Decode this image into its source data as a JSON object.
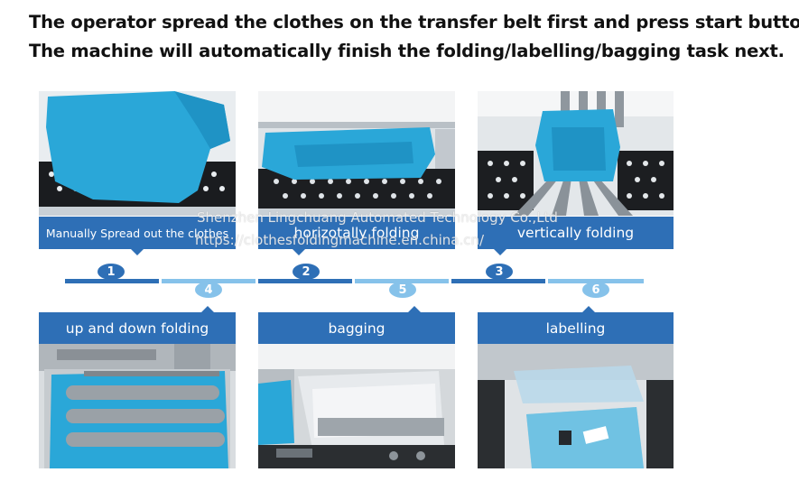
{
  "header": {
    "line1": "The operator spread the clothes on the transfer belt first and press start button.",
    "line2": "The machine will automatically finish the folding/labelling/bagging task next."
  },
  "steps": [
    {
      "number": "1",
      "label": "Manually Spread out the clothes"
    },
    {
      "number": "2",
      "label": "horizotally folding"
    },
    {
      "number": "3",
      "label": "vertically folding"
    },
    {
      "number": "4",
      "label": "up and down folding"
    },
    {
      "number": "5",
      "label": "bagging"
    },
    {
      "number": "6",
      "label": "labelling"
    }
  ],
  "watermark": {
    "line1": "Shenzhen Lingchuang Automated Technology Co.,Ltd",
    "line2": "https://clothesfoldingmachine.en.china.cn/"
  },
  "colors": {
    "primary_blue": "#2e6fb6",
    "light_blue": "#86c2ea",
    "garment_blue": "#2aa7d8"
  }
}
